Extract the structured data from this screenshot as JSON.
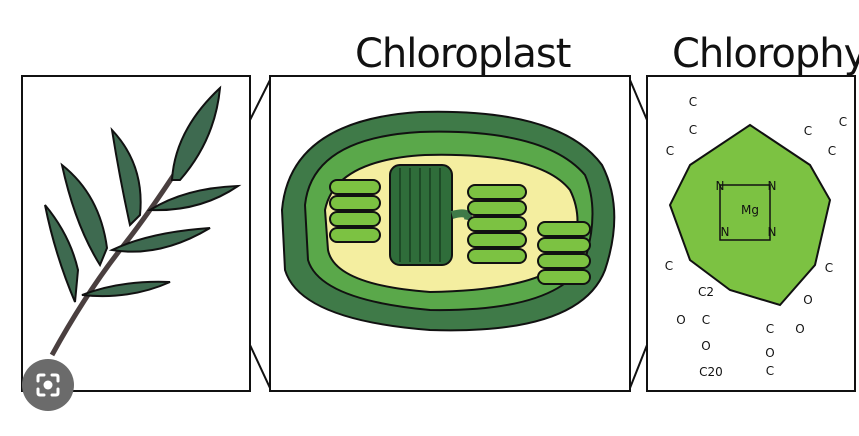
{
  "titles": {
    "chloroplast": "Chloroplast",
    "chlorophyll": "Chlorophyll"
  },
  "molecule_atoms": {
    "n1": "N",
    "n2": "N",
    "n3": "N",
    "n4": "N",
    "mg": "Mg",
    "c_top": "C",
    "c_top2": "C",
    "c_left_top": "C",
    "c_right_top": "C",
    "c_right_top2": "C",
    "c_right_top3": "C",
    "c_left_mid": "C",
    "c_right_mid": "C",
    "c2": "C2",
    "c_chain1": "C",
    "o_left": "O",
    "o_chain": "O",
    "c20": "C20",
    "o_ketone": "O",
    "c_ester": "C",
    "o_ester": "O",
    "o_ester2": "O",
    "c_ester2": "C"
  },
  "colors": {
    "dark_green": "#3f7a48",
    "mid_green": "#5aa84a",
    "light_green": "#7cc242",
    "stroma": "#f4eea0",
    "leaf": "#3e6a50",
    "outline": "#111111",
    "lens_button": "#6b6b6b"
  },
  "icons": {
    "lens": "google-lens-icon"
  }
}
